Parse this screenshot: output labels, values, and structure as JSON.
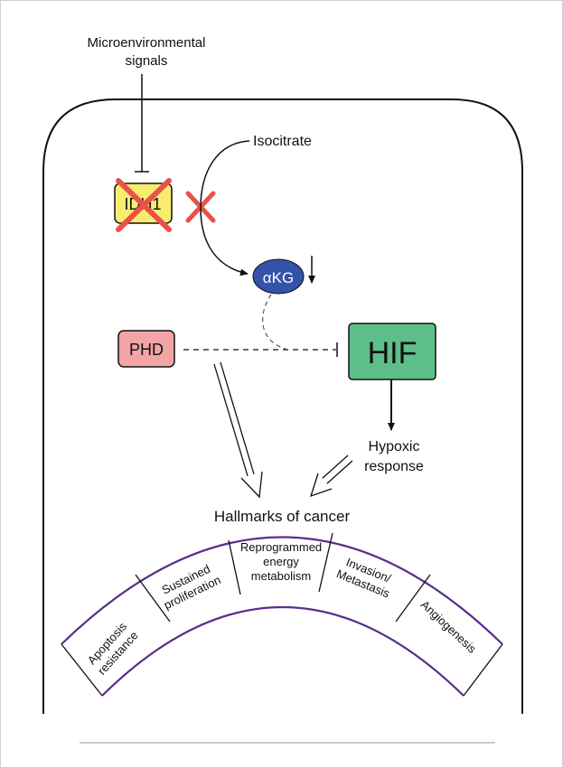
{
  "signals": {
    "line1": "Microenvironmental",
    "line2": "signals"
  },
  "isocitrate": "Isocitrate",
  "idh1": "IDH1",
  "akg": "αKG",
  "phd": "PHD",
  "hif": "HIF",
  "hypoxic": {
    "line1": "Hypoxic",
    "line2": "response"
  },
  "hallmarks_title": "Hallmarks of cancer",
  "hallmarks": [
    {
      "lines": [
        "Apoptosis",
        "resistance"
      ]
    },
    {
      "lines": [
        "Sustained",
        "proliferation"
      ]
    },
    {
      "lines": [
        "Reprogrammed",
        "energy",
        "metabolism"
      ]
    },
    {
      "lines": [
        "Invasion/",
        "Metastasis"
      ]
    },
    {
      "lines": [
        "Angiogenesis"
      ]
    }
  ],
  "colors": {
    "idh1_fill": "#f7ec6e",
    "cross": "#e8524a",
    "akg_fill": "#3353a8",
    "phd_fill": "#f2a4a6",
    "hif_fill": "#5dbf8a",
    "arc": "#5b2d8c"
  }
}
